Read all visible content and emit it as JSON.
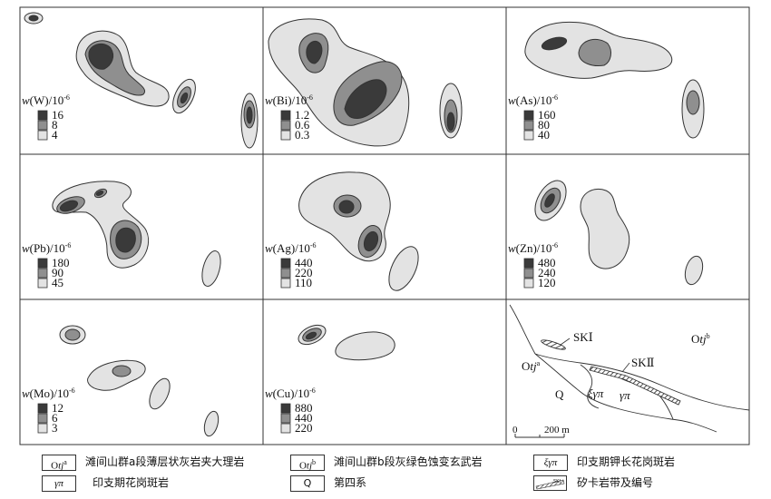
{
  "panels": [
    {
      "id": "w",
      "element": "W",
      "levels": [
        "16",
        "8",
        "4"
      ]
    },
    {
      "id": "bi",
      "element": "Bi",
      "levels": [
        "1.2",
        "0.6",
        "0.3"
      ]
    },
    {
      "id": "as",
      "element": "As",
      "levels": [
        "160",
        "80",
        "40"
      ]
    },
    {
      "id": "pb",
      "element": "Pb",
      "levels": [
        "180",
        "90",
        "45"
      ]
    },
    {
      "id": "ag",
      "element": "Ag",
      "levels": [
        "440",
        "220",
        "110"
      ]
    },
    {
      "id": "zn",
      "element": "Zn",
      "levels": [
        "480",
        "240",
        "120"
      ]
    },
    {
      "id": "mo",
      "element": "Mo",
      "levels": [
        "12",
        "6",
        "3"
      ]
    },
    {
      "id": "cu",
      "element": "Cu",
      "levels": [
        "880",
        "440",
        "220"
      ]
    }
  ],
  "unit_label": {
    "w_prefix": "w(",
    "suffix": ")/10",
    "exponent": "-6"
  },
  "geo_map": {
    "labels": {
      "sk1": "SKⅠ",
      "sk2": "SKⅡ",
      "otjb": "Otj",
      "otjb_sup": "b",
      "otja": "Otj",
      "otja_sup": "a",
      "q": "Q",
      "xi_gamma": "ξγπ",
      "gamma": "γπ"
    },
    "scale": {
      "zero": "0",
      "dist": "200 m"
    }
  },
  "legend": [
    {
      "symbol": "Otjᵃ",
      "text": "滩间山群a段薄层状灰岩夹大理岩"
    },
    {
      "symbol": "Otjᵇ",
      "text": "滩间山群b段灰绿色蚀变玄武岩"
    },
    {
      "symbol": "ξγπ",
      "text": "印支期钾长花岗斑岩"
    },
    {
      "symbol": "γπ",
      "text": "印支期花岗斑岩"
    },
    {
      "symbol": "Q",
      "text": "第四系"
    },
    {
      "symbol": "SKⅠ",
      "text": "矽卡岩带及编号"
    }
  ],
  "colors": {
    "low": "#e3e3e3",
    "mid": "#8f8f8f",
    "high": "#3a3a3a",
    "line": "#333333"
  }
}
